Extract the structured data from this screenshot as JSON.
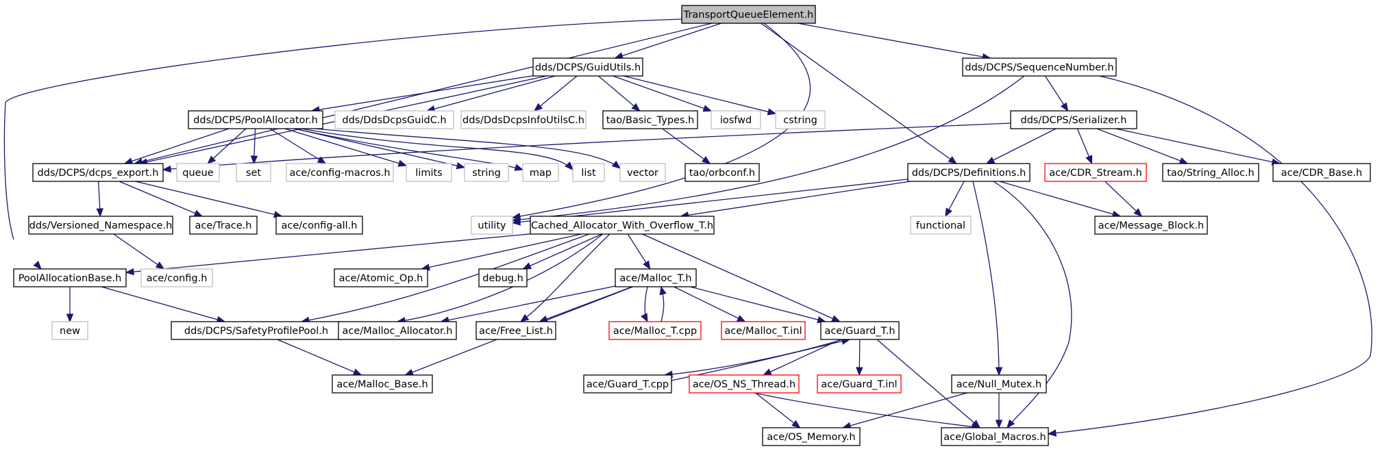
{
  "graph": {
    "colors": {
      "edge": "#191970",
      "root_fill": "#bfbfbf",
      "documented_border": "#000000",
      "undocumented_border": "#bfbfbf",
      "template_border": "#ff0000"
    },
    "nodes": [
      {
        "id": "root",
        "label": "TransportQueueElement.h",
        "kind": "root"
      },
      {
        "id": "guidutils",
        "label": "dds/DCPS/GuidUtils.h",
        "kind": "doc"
      },
      {
        "id": "seqnum",
        "label": "dds/DCPS/SequenceNumber.h",
        "kind": "doc"
      },
      {
        "id": "poolalloc",
        "label": "dds/DCPS/PoolAllocator.h",
        "kind": "doc"
      },
      {
        "id": "guidc",
        "label": "dds/DdsDcpsGuidC.h",
        "kind": "missing"
      },
      {
        "id": "infoutilsc",
        "label": "dds/DdsDcpsInfoUtilsC.h",
        "kind": "missing"
      },
      {
        "id": "basictypes",
        "label": "tao/Basic_Types.h",
        "kind": "doc"
      },
      {
        "id": "iosfwd",
        "label": "iosfwd",
        "kind": "missing"
      },
      {
        "id": "cstring",
        "label": "cstring",
        "kind": "missing"
      },
      {
        "id": "serializer",
        "label": "dds/DCPS/Serializer.h",
        "kind": "doc"
      },
      {
        "id": "dcpsexport",
        "label": "dds/DCPS/dcps_export.h",
        "kind": "doc"
      },
      {
        "id": "queue",
        "label": "queue",
        "kind": "missing"
      },
      {
        "id": "set",
        "label": "set",
        "kind": "missing"
      },
      {
        "id": "configmacros",
        "label": "ace/config-macros.h",
        "kind": "missing"
      },
      {
        "id": "limits",
        "label": "limits",
        "kind": "missing"
      },
      {
        "id": "string",
        "label": "string",
        "kind": "missing"
      },
      {
        "id": "map",
        "label": "map",
        "kind": "missing"
      },
      {
        "id": "list",
        "label": "list",
        "kind": "missing"
      },
      {
        "id": "vector",
        "label": "vector",
        "kind": "missing"
      },
      {
        "id": "orbconf",
        "label": "tao/orbconf.h",
        "kind": "doc"
      },
      {
        "id": "definitions",
        "label": "dds/DCPS/Definitions.h",
        "kind": "doc"
      },
      {
        "id": "cdrstream",
        "label": "ace/CDR_Stream.h",
        "kind": "red"
      },
      {
        "id": "stringalloc",
        "label": "tao/String_Alloc.h",
        "kind": "doc"
      },
      {
        "id": "cdrbase",
        "label": "ace/CDR_Base.h",
        "kind": "doc"
      },
      {
        "id": "versioned",
        "label": "dds/Versioned_Namespace.h",
        "kind": "doc"
      },
      {
        "id": "trace",
        "label": "ace/Trace.h",
        "kind": "doc"
      },
      {
        "id": "configall",
        "label": "ace/config-all.h",
        "kind": "doc"
      },
      {
        "id": "utility",
        "label": "utility",
        "kind": "missing"
      },
      {
        "id": "cached",
        "label": "Cached_Allocator_With_Overflow_T.h",
        "kind": "doc"
      },
      {
        "id": "functional",
        "label": "functional",
        "kind": "missing"
      },
      {
        "id": "msgblock",
        "label": "ace/Message_Block.h",
        "kind": "doc"
      },
      {
        "id": "poolallocbase",
        "label": "PoolAllocationBase.h",
        "kind": "doc"
      },
      {
        "id": "aceconfig",
        "label": "ace/config.h",
        "kind": "missing"
      },
      {
        "id": "atomicop",
        "label": "ace/Atomic_Op.h",
        "kind": "doc"
      },
      {
        "id": "debug",
        "label": "debug.h",
        "kind": "doc"
      },
      {
        "id": "malloct",
        "label": "ace/Malloc_T.h",
        "kind": "doc"
      },
      {
        "id": "new",
        "label": "new",
        "kind": "missing"
      },
      {
        "id": "safetypool",
        "label": "dds/DCPS/SafetyProfilePool.h",
        "kind": "doc"
      },
      {
        "id": "mallocallocator",
        "label": "ace/Malloc_Allocator.h",
        "kind": "doc"
      },
      {
        "id": "freelist",
        "label": "ace/Free_List.h",
        "kind": "doc"
      },
      {
        "id": "malloctcpp",
        "label": "ace/Malloc_T.cpp",
        "kind": "red"
      },
      {
        "id": "malloctinl",
        "label": "ace/Malloc_T.inl",
        "kind": "red"
      },
      {
        "id": "guardt",
        "label": "ace/Guard_T.h",
        "kind": "doc"
      },
      {
        "id": "mallocbase",
        "label": "ace/Malloc_Base.h",
        "kind": "doc"
      },
      {
        "id": "guardtcpp",
        "label": "ace/Guard_T.cpp",
        "kind": "doc"
      },
      {
        "id": "osnsthread",
        "label": "ace/OS_NS_Thread.h",
        "kind": "red"
      },
      {
        "id": "guardtinl",
        "label": "ace/Guard_T.inl",
        "kind": "red"
      },
      {
        "id": "nullmutex",
        "label": "ace/Null_Mutex.h",
        "kind": "doc"
      },
      {
        "id": "osmemory",
        "label": "ace/OS_Memory.h",
        "kind": "doc"
      },
      {
        "id": "globalmacros",
        "label": "ace/Global_Macros.h",
        "kind": "doc"
      }
    ],
    "edges": [
      [
        "root",
        "guidutils"
      ],
      [
        "root",
        "seqnum"
      ],
      [
        "root",
        "dcpsexport"
      ],
      [
        "root",
        "poolallocbase"
      ],
      [
        "root",
        "utility"
      ],
      [
        "root",
        "definitions"
      ],
      [
        "guidutils",
        "poolalloc"
      ],
      [
        "guidutils",
        "guidc"
      ],
      [
        "guidutils",
        "infoutilsc"
      ],
      [
        "guidutils",
        "basictypes"
      ],
      [
        "guidutils",
        "iosfwd"
      ],
      [
        "guidutils",
        "cstring"
      ],
      [
        "guidutils",
        "dcpsexport"
      ],
      [
        "seqnum",
        "serializer"
      ],
      [
        "seqnum",
        "utility"
      ],
      [
        "seqnum",
        "globalmacros"
      ],
      [
        "poolalloc",
        "dcpsexport"
      ],
      [
        "poolalloc",
        "queue"
      ],
      [
        "poolalloc",
        "set"
      ],
      [
        "poolalloc",
        "configmacros"
      ],
      [
        "poolalloc",
        "limits"
      ],
      [
        "poolalloc",
        "string"
      ],
      [
        "poolalloc",
        "map"
      ],
      [
        "poolalloc",
        "list"
      ],
      [
        "poolalloc",
        "vector"
      ],
      [
        "basictypes",
        "orbconf"
      ],
      [
        "serializer",
        "dcpsexport"
      ],
      [
        "serializer",
        "definitions"
      ],
      [
        "serializer",
        "cdrstream"
      ],
      [
        "serializer",
        "stringalloc"
      ],
      [
        "serializer",
        "cdrbase"
      ],
      [
        "dcpsexport",
        "versioned"
      ],
      [
        "dcpsexport",
        "trace"
      ],
      [
        "dcpsexport",
        "configall"
      ],
      [
        "definitions",
        "utility"
      ],
      [
        "definitions",
        "cached"
      ],
      [
        "definitions",
        "functional"
      ],
      [
        "definitions",
        "msgblock"
      ],
      [
        "definitions",
        "nullmutex"
      ],
      [
        "definitions",
        "globalmacros"
      ],
      [
        "cdrstream",
        "msgblock"
      ],
      [
        "versioned",
        "aceconfig"
      ],
      [
        "cached",
        "poolallocbase"
      ],
      [
        "cached",
        "atomicop"
      ],
      [
        "cached",
        "debug"
      ],
      [
        "cached",
        "malloct"
      ],
      [
        "cached",
        "safetypool"
      ],
      [
        "cached",
        "mallocallocator"
      ],
      [
        "cached",
        "freelist"
      ],
      [
        "cached",
        "guardt"
      ],
      [
        "poolallocbase",
        "new"
      ],
      [
        "poolallocbase",
        "safetypool"
      ],
      [
        "malloct",
        "mallocallocator"
      ],
      [
        "malloct",
        "freelist"
      ],
      [
        "malloct",
        "malloctcpp"
      ],
      [
        "malloct",
        "malloctinl"
      ],
      [
        "malloct",
        "guardt"
      ],
      [
        "malloct",
        "mallocbase"
      ],
      [
        "malloctcpp",
        "malloct"
      ],
      [
        "safetypool",
        "mallocbase"
      ],
      [
        "guardt",
        "guardtcpp"
      ],
      [
        "guardt",
        "osnsthread"
      ],
      [
        "guardt",
        "guardtinl"
      ],
      [
        "guardt",
        "globalmacros"
      ],
      [
        "guardtcpp",
        "guardt"
      ],
      [
        "osnsthread",
        "osmemory"
      ],
      [
        "osnsthread",
        "globalmacros"
      ],
      [
        "nullmutex",
        "osmemory"
      ],
      [
        "nullmutex",
        "globalmacros"
      ]
    ]
  }
}
